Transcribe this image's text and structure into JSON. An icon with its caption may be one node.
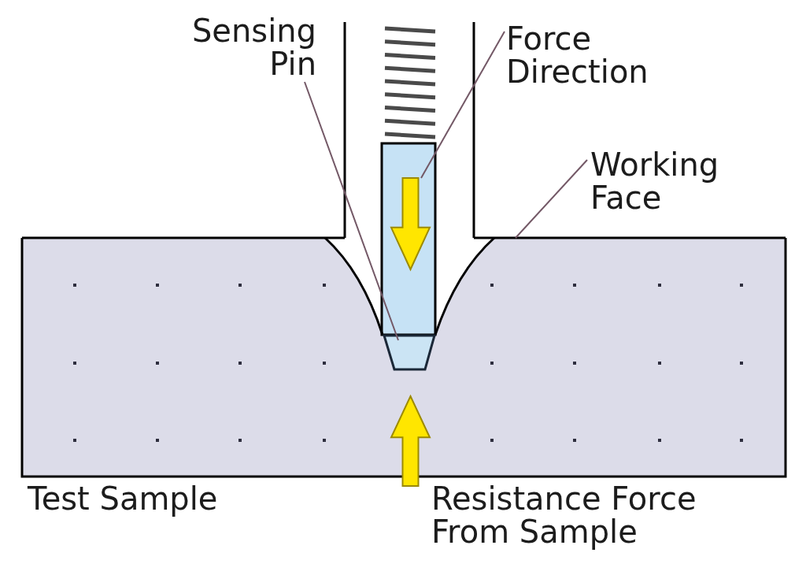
{
  "diagram": {
    "nodes": [
      {
        "text": [
          "Sensing Pin"
        ]
      },
      {
        "text": [],
        "shape": "trapezoid"
      },
      {
        "text": [
          "Force Direction"
        ]
      },
      {
        "text": [],
        "shape": "arrow"
      },
      {
        "text": [
          "Working Face"
        ]
      },
      {
        "text": [],
        "shape": "line"
      },
      {
        "text": [],
        "shape": "arrow",
        "beside": [
          "Resistance Force From Sample"
        ]
      }
    ],
    "edges": [
      {
        "from": 0,
        "to": 1,
        "arrow": "none"
      },
      {
        "from": 2,
        "to": 3,
        "arrow": "none"
      },
      {
        "from": 4,
        "to": 5,
        "arrow": "none"
      }
    ],
    "labels": [
      "Test Sample"
    ]
  }
}
